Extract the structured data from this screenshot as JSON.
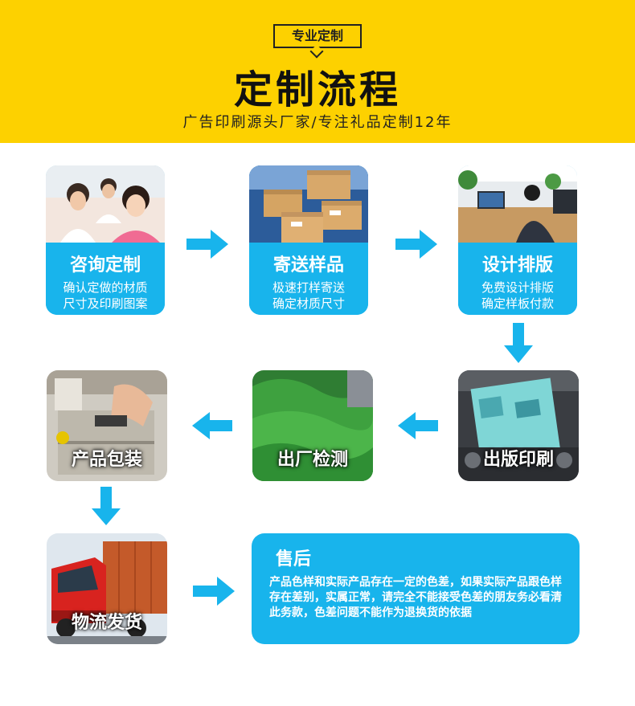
{
  "header": {
    "badge": "专业定制",
    "title": "定制流程",
    "subtitle": "广告印刷源头厂家/专注礼品定制12年"
  },
  "steps": [
    {
      "title": "咨询定制",
      "line1": "确认定做的材质",
      "line2": "尺寸及印刷图案"
    },
    {
      "title": "寄送样品",
      "line1": "极速打样寄送",
      "line2": "确定材质尺寸"
    },
    {
      "title": "设计排版",
      "line1": "免费设计排版",
      "line2": "确定样板付款"
    }
  ],
  "photo_steps": [
    {
      "title": "出版印刷"
    },
    {
      "title": "出厂检测"
    },
    {
      "title": "产品包装"
    },
    {
      "title": "物流发货"
    }
  ],
  "after_sales": {
    "title": "售后",
    "body": "产品色样和实际产品存在一定的色差，如果实际产品跟色样存在差别，实属正常，请完全不能接受色差的朋友务必看清此务款，色差问题不能作为退换货的依据"
  },
  "colors": {
    "yellow": "#fdd100",
    "blue": "#18b4ec"
  }
}
